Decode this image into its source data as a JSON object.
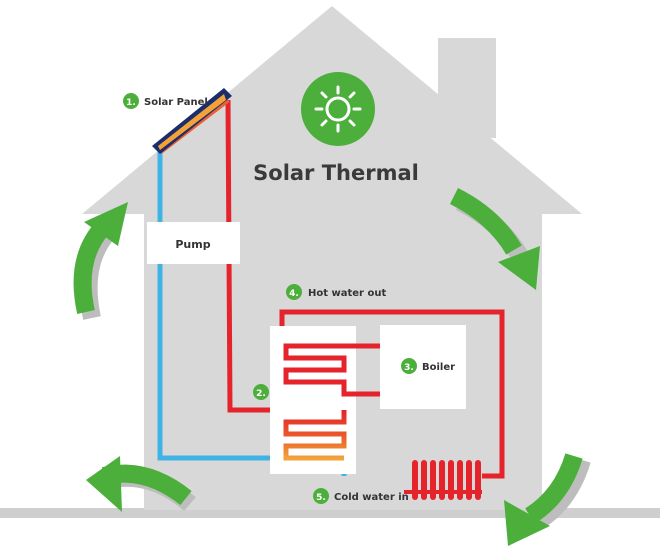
{
  "title": "Solar Thermal",
  "components": [
    {
      "number": "1.",
      "label": "Solar Panel"
    },
    {
      "number": "2.",
      "label": ""
    },
    {
      "number": "3.",
      "label": "Boiler"
    },
    {
      "number": "4.",
      "label": "Hot water out"
    },
    {
      "number": "5.",
      "label": "Cold water in"
    }
  ],
  "pump_label": "Pump",
  "colors": {
    "house": "#d8d8d8",
    "ground": "#cfcfcf",
    "accent_green": "#4caf3c",
    "hot_pipe": "#e5232b",
    "cold_pipe": "#3fb3e6",
    "solar_panel": "#1c2d6b",
    "sun_circle": "#4caf3c"
  },
  "icons": [
    "sun-icon",
    "radiator-icon",
    "circular-arrow-icon"
  ]
}
